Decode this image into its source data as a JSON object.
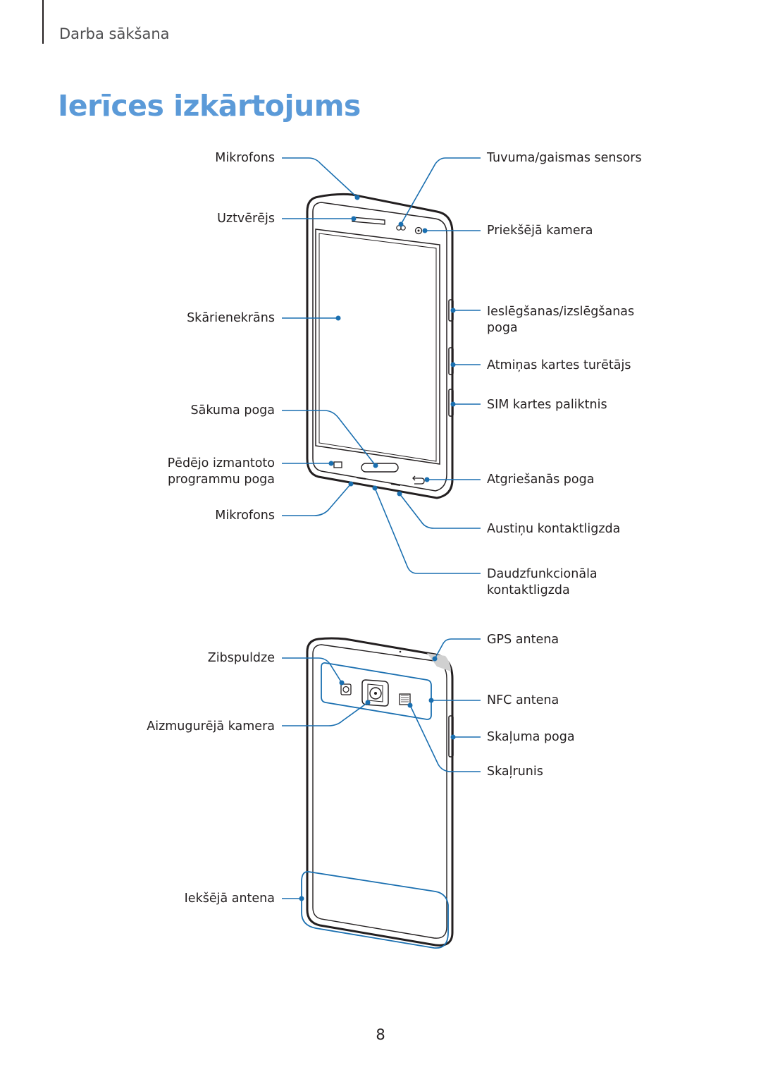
{
  "header": {
    "section": "Darba sākšana"
  },
  "title": "Ierīces izkārtojums",
  "front_labels": {
    "mic_top": "Mikrofons",
    "earpiece": "Uztvērējs",
    "touchscreen": "Skārienekrāns",
    "home": "Sākuma poga",
    "recent_line1": "Pēdējo izmantoto",
    "recent_line2": "programmu poga",
    "mic_bottom": "Mikrofons",
    "proximity": "Tuvuma/gaismas sensors",
    "front_camera": "Priekšējā kamera",
    "power_line1": "Ieslēgšanas/izslēgšanas",
    "power_line2": "poga",
    "memcard": "Atmiņas kartes turētājs",
    "sim": "SIM kartes paliktnis",
    "back_key": "Atgriešanās poga",
    "headset": "Austiņu kontaktligzda",
    "mfjack_line1": "Daudzfunkcionāla",
    "mfjack_line2": "kontaktligzda"
  },
  "rear_labels": {
    "flash": "Zibspuldze",
    "rear_camera": "Aizmugurējā kamera",
    "internal_antenna": "Iekšējā antena",
    "gps": "GPS antena",
    "nfc": "NFC antena",
    "volume": "Skaļuma poga",
    "speaker": "Skaļrunis"
  },
  "colors": {
    "accent": "#5b9ad8",
    "callout": "#1a6fb0",
    "outline": "#231f20"
  },
  "page_number": "8"
}
